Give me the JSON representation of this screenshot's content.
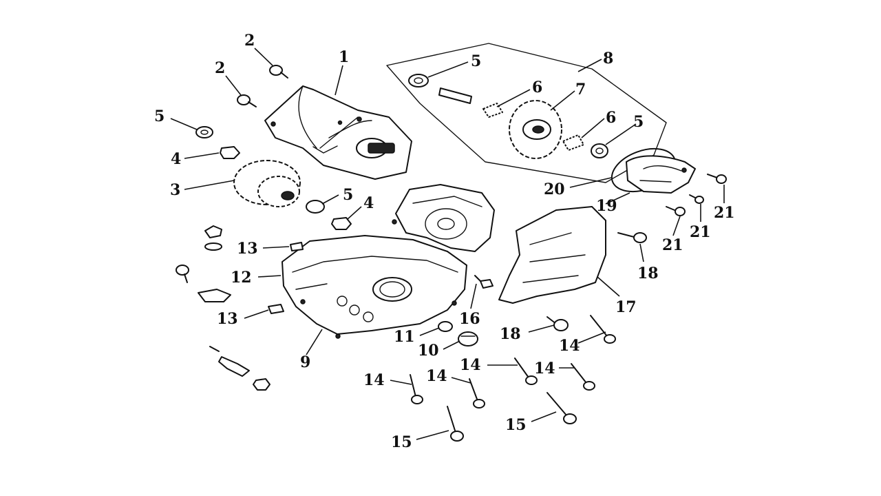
{
  "callouts": [
    {
      "id": "c2a",
      "text": "2"
    },
    {
      "id": "c2b",
      "text": "2"
    },
    {
      "id": "c1",
      "text": "1"
    },
    {
      "id": "c5a",
      "text": "5"
    },
    {
      "id": "c4a",
      "text": "4"
    },
    {
      "id": "c3",
      "text": "3"
    },
    {
      "id": "c5b",
      "text": "5"
    },
    {
      "id": "c4b",
      "text": "4"
    },
    {
      "id": "c13a",
      "text": "13"
    },
    {
      "id": "c12",
      "text": "12"
    },
    {
      "id": "c13b",
      "text": "13"
    },
    {
      "id": "c9",
      "text": "9"
    },
    {
      "id": "c11",
      "text": "11"
    },
    {
      "id": "c10",
      "text": "10"
    },
    {
      "id": "c16",
      "text": "16"
    },
    {
      "id": "c5c",
      "text": "5"
    },
    {
      "id": "c8",
      "text": "8"
    },
    {
      "id": "c6a",
      "text": "6"
    },
    {
      "id": "c7",
      "text": "7"
    },
    {
      "id": "c6b",
      "text": "6"
    },
    {
      "id": "c5d",
      "text": "5"
    },
    {
      "id": "c20",
      "text": "20"
    },
    {
      "id": "c19",
      "text": "19"
    },
    {
      "id": "c21a",
      "text": "21"
    },
    {
      "id": "c21b",
      "text": "21"
    },
    {
      "id": "c21c",
      "text": "21"
    },
    {
      "id": "c18a",
      "text": "18"
    },
    {
      "id": "c17",
      "text": "17"
    },
    {
      "id": "c18b",
      "text": "18"
    },
    {
      "id": "c14a",
      "text": "14"
    },
    {
      "id": "c14b",
      "text": "14"
    },
    {
      "id": "c14c",
      "text": "14"
    },
    {
      "id": "c14d",
      "text": "14"
    },
    {
      "id": "c14e",
      "text": "14"
    },
    {
      "id": "c15a",
      "text": "15"
    },
    {
      "id": "c15b",
      "text": "15"
    }
  ]
}
